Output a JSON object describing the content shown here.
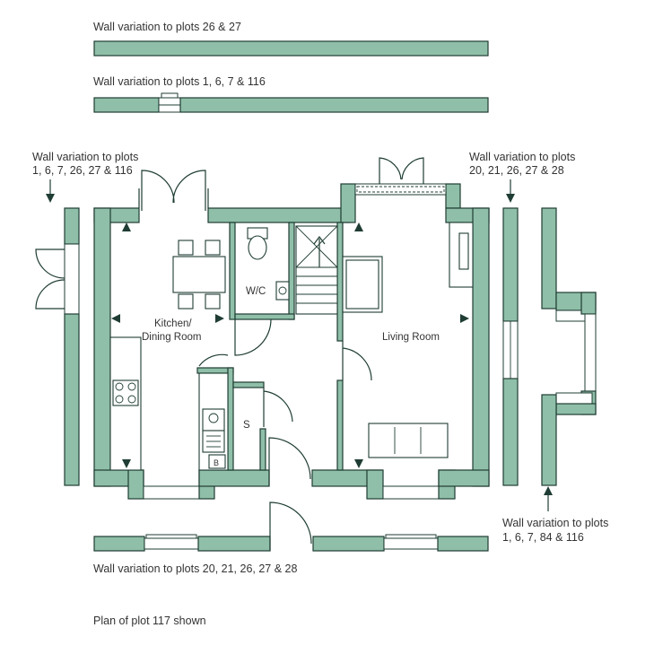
{
  "colors": {
    "wall_fill": "#8fbfa8",
    "outline": "#1f3d34",
    "text": "#333333",
    "background": "#ffffff"
  },
  "variations": {
    "top_1": "Wall variation to plots 26 & 27",
    "top_2": "Wall variation to plots 1, 6, 7 & 116",
    "left": [
      "Wall variation to plots",
      "1, 6, 7, 26, 27 & 116"
    ],
    "right_top": [
      "Wall variation to plots",
      "20, 21, 26, 27 & 28"
    ],
    "right_bottom": [
      "Wall variation to plots",
      "1, 6, 7, 84 & 116"
    ],
    "bottom": "Wall variation to plots 20, 21, 26, 27 & 28"
  },
  "rooms": {
    "kitchen": [
      "Kitchen/",
      "Dining Room"
    ],
    "wc": "W/C",
    "living": "Living Room",
    "store": "S",
    "boiler": "B"
  },
  "footer": "Plan of plot 117 shown"
}
